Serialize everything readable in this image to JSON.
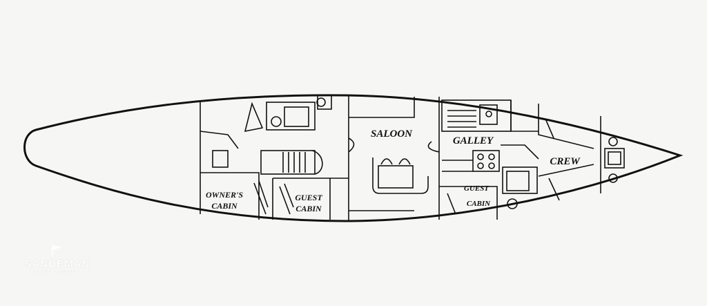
{
  "rooms": {
    "saloon": "SALOON",
    "galley": "GALLEY",
    "crew": "CREW",
    "owners_cabin_line1": "OWNER'S",
    "owners_cabin_line2": "CABIN",
    "guest_cabin_fwd_line1": "GUEST",
    "guest_cabin_fwd_line2": "CABIN",
    "guest_cabin_aft_line1": "GUEST",
    "guest_cabin_aft_line2": "CABIN"
  },
  "watermark": {
    "brand": "SANDEMAN",
    "tagline": "YACHT COMPANY"
  },
  "colors": {
    "line": "#111111",
    "background": "#f6f6f4"
  }
}
